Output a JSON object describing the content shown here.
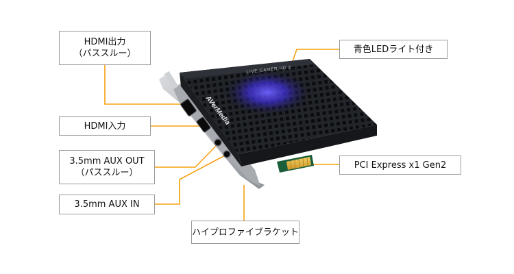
{
  "product": {
    "brand_text": "AVerMedia",
    "model_text": "LIVE GAMER HD 2"
  },
  "callouts": {
    "hdmi_out": {
      "line1": "HDMI出力",
      "line2": "（パススルー）"
    },
    "hdmi_in": {
      "line1": "HDMI入力"
    },
    "aux_out": {
      "line1": "3.5mm AUX OUT",
      "line2": "（パススルー）"
    },
    "aux_in": {
      "line1": "3.5mm AUX IN"
    },
    "bracket": {
      "line1": "ハイプロファイブラケット"
    },
    "led": {
      "line1": "青色LEDライト付き"
    },
    "pcie": {
      "line1": "PCI Express x1 Gen2"
    }
  },
  "colors": {
    "leader_line": "#f5a00f",
    "card_body": "#24272c",
    "led_glow": "#4a3bd6",
    "bracket_metal": "#b9bcc0"
  }
}
